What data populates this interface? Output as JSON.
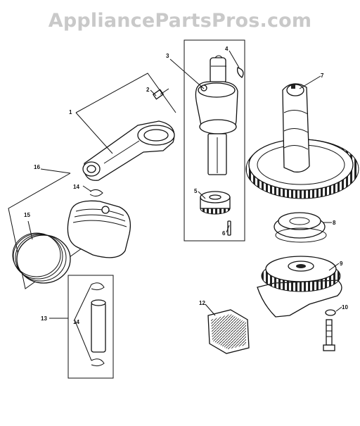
{
  "watermark": "AppliancePartsPros.com",
  "callouts": [
    {
      "id": "1",
      "text": "1"
    },
    {
      "id": "2",
      "text": "2"
    },
    {
      "id": "3",
      "text": "3"
    },
    {
      "id": "4",
      "text": "4"
    },
    {
      "id": "5",
      "text": "5"
    },
    {
      "id": "6",
      "text": "6"
    },
    {
      "id": "7",
      "text": "7"
    },
    {
      "id": "8",
      "text": "8"
    },
    {
      "id": "9",
      "text": "9"
    },
    {
      "id": "10",
      "text": "10"
    },
    {
      "id": "12",
      "text": "12"
    },
    {
      "id": "13",
      "text": "13"
    },
    {
      "id": "14a",
      "text": "14"
    },
    {
      "id": "14b",
      "text": "14"
    },
    {
      "id": "15",
      "text": "15"
    },
    {
      "id": "16",
      "text": "16"
    }
  ]
}
